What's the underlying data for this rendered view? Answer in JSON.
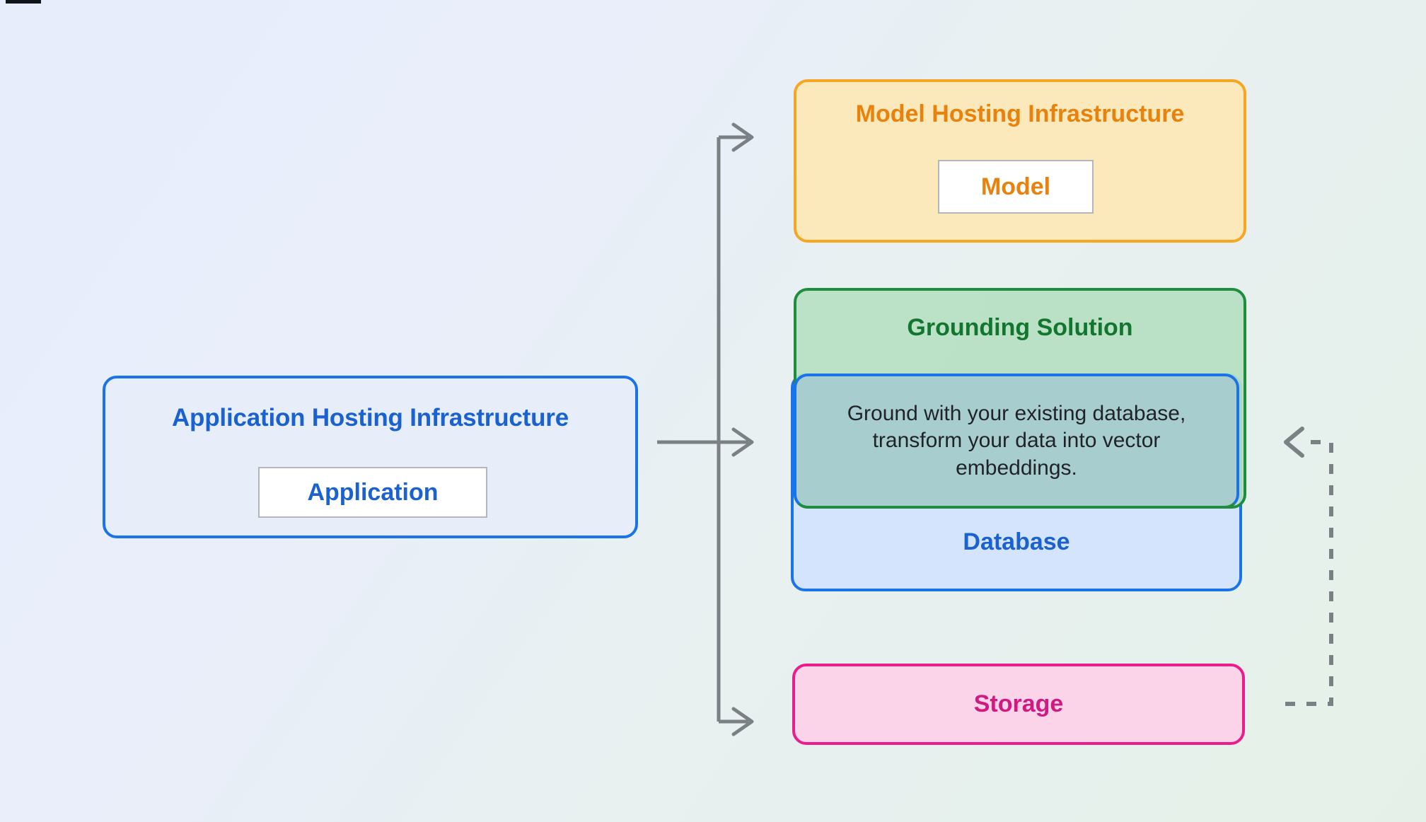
{
  "diagram": {
    "background": {
      "gradient_from": "#e8edfc",
      "gradient_to": "#e5f1e8"
    },
    "nodes": {
      "application_hosting": {
        "title": "Application Hosting Infrastructure",
        "chip_label": "Application",
        "border_color": "#1a73e8",
        "fill_color": "#e8edfa",
        "text_color": "#1a62cf"
      },
      "model_hosting": {
        "title": "Model Hosting Infrastructure",
        "chip_label": "Model",
        "border_color": "#f5a623",
        "fill_color": "#fce9bb",
        "text_color": "#e8820c"
      },
      "grounding_solution": {
        "title": "Grounding Solution",
        "border_color": "#1e8e3e",
        "fill_color": "#b6e0c2",
        "text_color": "#12762f"
      },
      "overlap_region": {
        "description": "Ground with your existing database, transform your data into vector embeddings.",
        "fill_color": "#a8cdcf",
        "text_color": "#1f2328"
      },
      "database": {
        "title": "Database",
        "border_color": "#1a73e8",
        "fill_color": "#d5e4fd",
        "text_color": "#1a62cf"
      },
      "storage": {
        "title": "Storage",
        "border_color": "#e91e8c",
        "fill_color": "#fcd4ea",
        "text_color": "#d01a7f"
      }
    },
    "connectors": {
      "stroke_color": "#7b8085",
      "solid": {
        "style": "solid",
        "from": "application_hosting",
        "to": [
          "model_hosting",
          "grounding_solution",
          "storage"
        ]
      },
      "feedback": {
        "style": "dashed",
        "from": "storage",
        "to": "grounding_solution"
      }
    }
  }
}
